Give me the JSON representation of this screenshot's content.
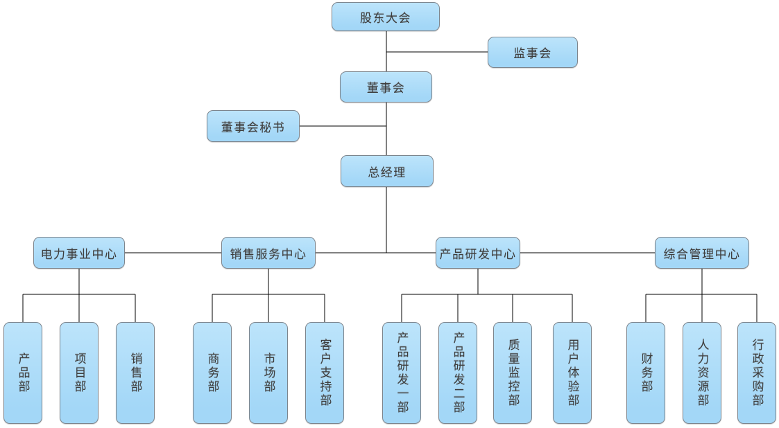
{
  "colors": {
    "background_color": "#ffffff",
    "node_fill": "#a3d7f7",
    "node_fill_top": "#bce4fb",
    "node_border_color": "#7d858d",
    "connector_color": "#000000",
    "text_color": "#3d3d3d"
  },
  "nodes": [
    {
      "id": "shareholders-meeting",
      "label": "股东大会",
      "orientation": "horizontal"
    },
    {
      "id": "supervisory-board",
      "label": "监事会",
      "orientation": "horizontal"
    },
    {
      "id": "board-of-directors",
      "label": "董事会",
      "orientation": "horizontal"
    },
    {
      "id": "board-secretary",
      "label": "董事会秘书",
      "orientation": "horizontal"
    },
    {
      "id": "general-manager",
      "label": "总经理",
      "orientation": "horizontal"
    },
    {
      "id": "power-business-center",
      "label": "电力事业中心",
      "orientation": "horizontal"
    },
    {
      "id": "sales-service-center",
      "label": "销售服务中心",
      "orientation": "horizontal"
    },
    {
      "id": "product-rd-center",
      "label": "产品研发中心",
      "orientation": "horizontal"
    },
    {
      "id": "general-management-center",
      "label": "综合管理中心",
      "orientation": "horizontal"
    },
    {
      "id": "product-dept",
      "label": "产品部",
      "orientation": "vertical"
    },
    {
      "id": "project-dept",
      "label": "项目部",
      "orientation": "vertical"
    },
    {
      "id": "sales-dept",
      "label": "销售部",
      "orientation": "vertical"
    },
    {
      "id": "business-dept",
      "label": "商务部",
      "orientation": "vertical"
    },
    {
      "id": "marketing-dept",
      "label": "市场部",
      "orientation": "vertical"
    },
    {
      "id": "customer-support-dept",
      "label": "客户支持部",
      "orientation": "vertical"
    },
    {
      "id": "product-rd-dept-1",
      "label": "产品研发一部",
      "orientation": "vertical"
    },
    {
      "id": "product-rd-dept-2",
      "label": "产品研发二部",
      "orientation": "vertical"
    },
    {
      "id": "quality-monitoring-dept",
      "label": "质量监控部",
      "orientation": "vertical"
    },
    {
      "id": "user-experience-dept",
      "label": "用户体验部",
      "orientation": "vertical"
    },
    {
      "id": "finance-dept",
      "label": "财务部",
      "orientation": "vertical"
    },
    {
      "id": "hr-dept",
      "label": "人力资源部",
      "orientation": "vertical"
    },
    {
      "id": "admin-procurement-dept",
      "label": "行政采购部",
      "orientation": "vertical"
    }
  ],
  "edges": [
    [
      "shareholders-meeting",
      "supervisory-board"
    ],
    [
      "shareholders-meeting",
      "board-of-directors"
    ],
    [
      "board-of-directors",
      "board-secretary"
    ],
    [
      "board-of-directors",
      "general-manager"
    ],
    [
      "general-manager",
      "power-business-center"
    ],
    [
      "general-manager",
      "sales-service-center"
    ],
    [
      "general-manager",
      "product-rd-center"
    ],
    [
      "general-manager",
      "general-management-center"
    ],
    [
      "power-business-center",
      "product-dept"
    ],
    [
      "power-business-center",
      "project-dept"
    ],
    [
      "power-business-center",
      "sales-dept"
    ],
    [
      "sales-service-center",
      "business-dept"
    ],
    [
      "sales-service-center",
      "marketing-dept"
    ],
    [
      "sales-service-center",
      "customer-support-dept"
    ],
    [
      "product-rd-center",
      "product-rd-dept-1"
    ],
    [
      "product-rd-center",
      "product-rd-dept-2"
    ],
    [
      "product-rd-center",
      "quality-monitoring-dept"
    ],
    [
      "product-rd-center",
      "user-experience-dept"
    ],
    [
      "general-management-center",
      "finance-dept"
    ],
    [
      "general-management-center",
      "hr-dept"
    ],
    [
      "general-management-center",
      "admin-procurement-dept"
    ]
  ]
}
